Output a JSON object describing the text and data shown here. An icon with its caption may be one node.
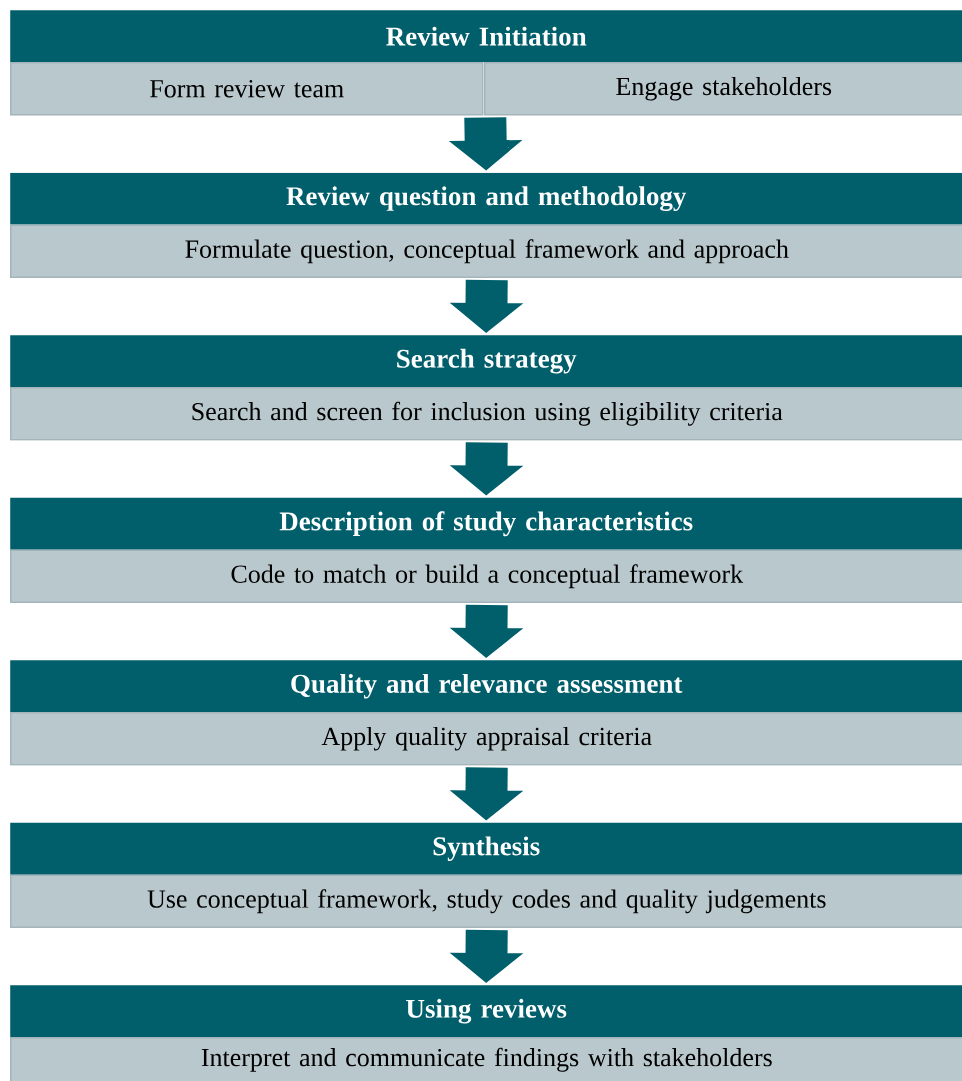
{
  "diagram": {
    "nodes": [
      {
        "text": [
          "Review Initiation"
        ]
      },
      {
        "text": [
          "Form review team"
        ]
      },
      {
        "text": [
          "Engage stakeholders"
        ]
      },
      {
        "text": [
          "Review question and methodology"
        ]
      },
      {
        "text": [
          "Formulate question, conceptual framework and approach"
        ]
      },
      {
        "text": [
          "Search strategy"
        ]
      },
      {
        "text": [
          "Search and screen for inclusion using eligibility criteria"
        ]
      },
      {
        "text": [
          "Description of study characteristics"
        ]
      },
      {
        "text": [
          "Code to match or build a conceptual framework"
        ]
      },
      {
        "text": [
          "Quality and relevance assessment"
        ]
      },
      {
        "text": [
          "Apply quality appraisal criteria"
        ]
      },
      {
        "text": [
          "Synthesis"
        ]
      },
      {
        "text": [
          "Use conceptual framework, study codes and quality judgements"
        ]
      },
      {
        "text": [
          "Using reviews"
        ]
      },
      {
        "text": [
          "Interpret and communicate findings with stakeholders"
        ]
      }
    ],
    "edges": [
      {
        "from": 1,
        "to": 3,
        "arrow": "to"
      },
      {
        "from": 2,
        "to": 3,
        "arrow": "to"
      },
      {
        "from": 4,
        "to": 5,
        "arrow": "to"
      },
      {
        "from": 6,
        "to": 7,
        "arrow": "to"
      },
      {
        "from": 8,
        "to": 9,
        "arrow": "to"
      },
      {
        "from": 10,
        "to": 11,
        "arrow": "to"
      },
      {
        "from": 12,
        "to": 13,
        "arrow": "to"
      }
    ]
  }
}
